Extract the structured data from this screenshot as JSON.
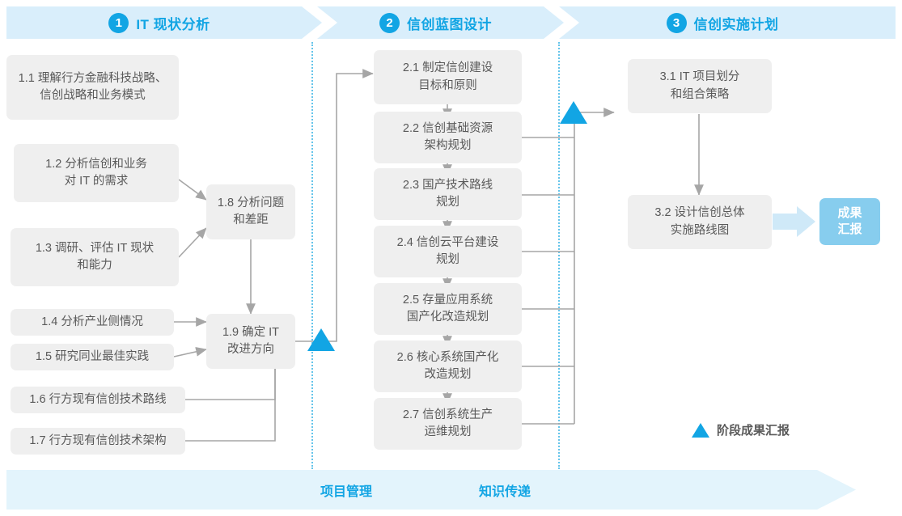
{
  "phases": [
    {
      "num": "1",
      "title": "IT 现状分析"
    },
    {
      "num": "2",
      "title": "信创蓝图设计"
    },
    {
      "num": "3",
      "title": "信创实施计划"
    }
  ],
  "column1": [
    {
      "id": "1.1",
      "label": "1.1 理解行方金融科技战略、\n信创战略和业务模式"
    },
    {
      "id": "1.2",
      "label": "1.2 分析信创和业务\n对 IT 的需求"
    },
    {
      "id": "1.3",
      "label": "1.3 调研、评估 IT 现状\n和能力"
    },
    {
      "id": "1.4",
      "label": "1.4 分析产业侧情况"
    },
    {
      "id": "1.5",
      "label": "1.5 研究同业最佳实践"
    },
    {
      "id": "1.6",
      "label": "1.6 行方现有信创技术路线"
    },
    {
      "id": "1.7",
      "label": "1.7 行方现有信创技术架构"
    },
    {
      "id": "1.8",
      "label": "1.8 分析问题\n和差距"
    },
    {
      "id": "1.9",
      "label": "1.9 确定 IT\n改进方向"
    }
  ],
  "column2": [
    {
      "id": "2.1",
      "label": "2.1 制定信创建设\n目标和原则"
    },
    {
      "id": "2.2",
      "label": "2.2 信创基础资源\n架构规划"
    },
    {
      "id": "2.3",
      "label": "2.3 国产技术路线\n规划"
    },
    {
      "id": "2.4",
      "label": "2.4 信创云平台建设\n规划"
    },
    {
      "id": "2.5",
      "label": "2.5 存量应用系统\n国产化改造规划"
    },
    {
      "id": "2.6",
      "label": "2.6 核心系统国产化\n改造规划"
    },
    {
      "id": "2.7",
      "label": "2.7 信创系统生产\n运维规划"
    }
  ],
  "column3": [
    {
      "id": "3.1",
      "label": "3.1 IT 项目划分\n和组合策略"
    },
    {
      "id": "3.2",
      "label": "3.2 设计信创总体\n实施路线图"
    }
  ],
  "result_badge": {
    "label": "成果\n汇报"
  },
  "legend": {
    "label": "阶段成果汇报"
  },
  "bottom_band": {
    "label1": "项目管理",
    "label2": "知识传递"
  },
  "colors": {
    "accent": "#12a5e4",
    "band": "#d9eefb",
    "band_bottom": "#e3f4fc",
    "box_fill": "#efefef",
    "box_text": "#595959",
    "badge": "#87cdee",
    "wire": "#a6a6a6",
    "dotted": "#64c4ea"
  }
}
